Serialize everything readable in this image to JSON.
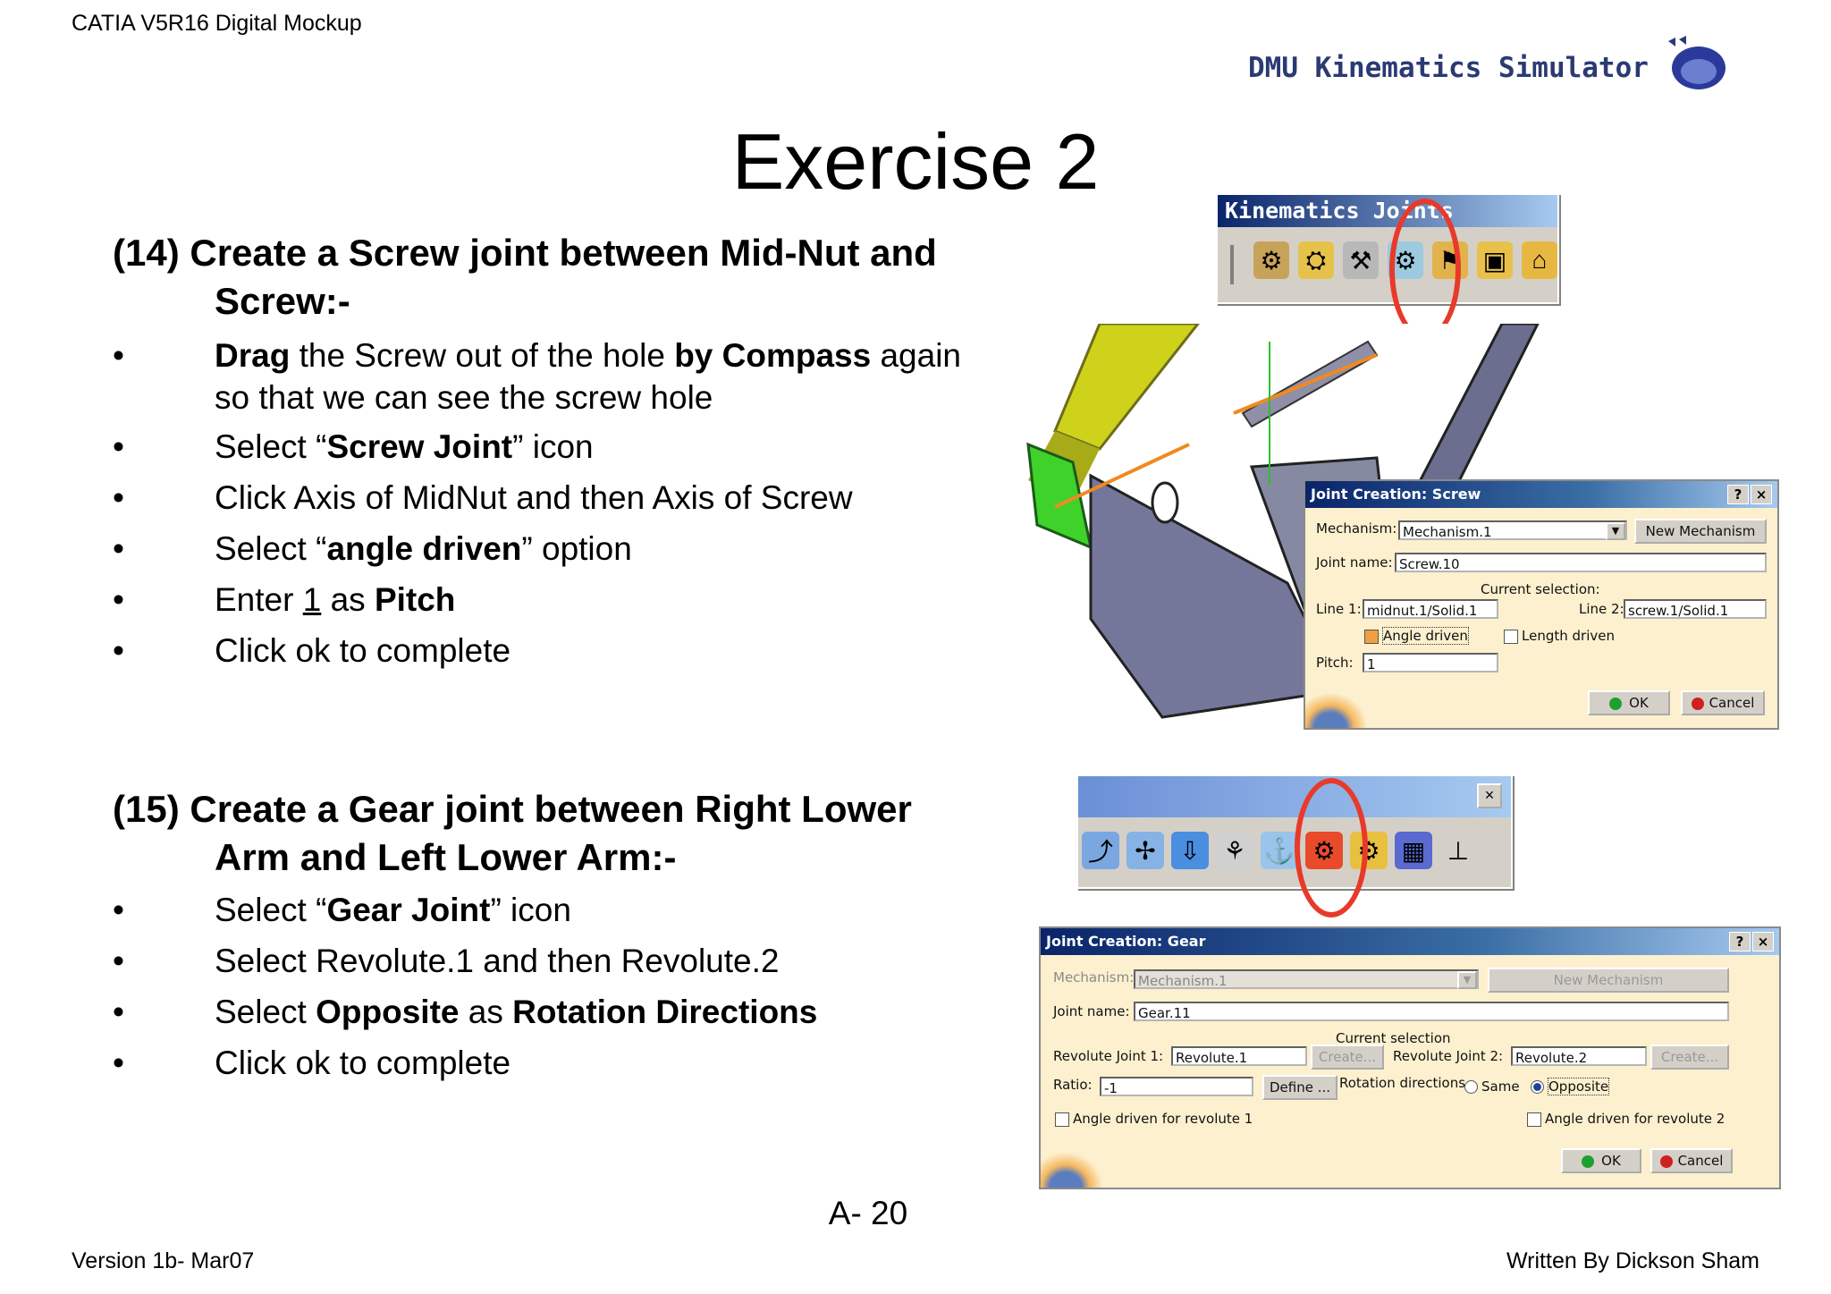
{
  "header": {
    "left_text": "CATIA V5R16 Digital Mockup",
    "logo_text": "DMU Kinematics Simulator"
  },
  "title": "Exercise 2",
  "section14": {
    "heading_line1": "(14) Create a Screw joint between Mid-Nut and",
    "heading_line2": "Screw:-",
    "bullets": [
      {
        "pre": "",
        "b1": "Drag",
        "mid": " the Screw out of the hole ",
        "b2": "by Compass",
        "post": " again"
      },
      {
        "line2": "so that we can see the screw hole"
      },
      {
        "pre": "Select “",
        "b1": "Screw Joint",
        "post": "” icon"
      },
      {
        "text": "Click Axis of MidNut and then Axis of Screw"
      },
      {
        "pre": "Select “",
        "b1": "angle driven",
        "post": "” option"
      },
      {
        "pre": "Enter ",
        "u": "1",
        "mid": " as ",
        "b1": "Pitch"
      },
      {
        "text": "Click ok to complete"
      }
    ]
  },
  "section15": {
    "heading_line1": "(15) Create a Gear joint between Right Lower",
    "heading_line2": "Arm and Left Lower Arm:-",
    "bullets": [
      {
        "pre": "Select “",
        "b1": "Gear Joint",
        "post": "” icon"
      },
      {
        "text": "Select Revolute.1 and then Revolute.2"
      },
      {
        "pre": "Select ",
        "b1": "Opposite",
        "mid": " as ",
        "b2": "Rotation Directions"
      },
      {
        "text": "Click ok to complete"
      }
    ]
  },
  "toolbar1": {
    "title": "Kinematics Joints"
  },
  "toolbar2": {
    "close": "×"
  },
  "screw_dialog": {
    "title": "Joint Creation: Screw",
    "mechanism_label": "Mechanism:",
    "mechanism_value": "Mechanism.1",
    "new_mechanism": "New Mechanism",
    "joint_name_label": "Joint name:",
    "joint_name_value": "Screw.10",
    "current_selection": "Current selection:",
    "line1_label": "Line 1:",
    "line1_value": "midnut.1/Solid.1",
    "line2_label": "Line 2:",
    "line2_value": "screw.1/Solid.1",
    "angle_driven": "Angle driven",
    "length_driven": "Length driven",
    "pitch_label": "Pitch:",
    "pitch_value": "1",
    "ok": "OK",
    "cancel": "Cancel"
  },
  "gear_dialog": {
    "title": "Joint Creation: Gear",
    "mechanism_label": "Mechanism:",
    "mechanism_value": "Mechanism.1",
    "new_mechanism": "New Mechanism",
    "joint_name_label": "Joint name:",
    "joint_name_value": "Gear.11",
    "current_selection": "Current selection",
    "rev1_label": "Revolute Joint 1:",
    "rev1_value": "Revolute.1",
    "rev2_label": "Revolute Joint 2:",
    "rev2_value": "Revolute.2",
    "create": "Create...",
    "ratio_label": "Ratio:",
    "ratio_value": "-1",
    "define": "Define ...",
    "rotation_label": "Rotation directions",
    "same": "Same",
    "opposite": "Opposite",
    "angle1": "Angle driven for revolute 1",
    "angle2": "Angle driven for revolute 2",
    "ok": "OK",
    "cancel": "Cancel"
  },
  "page_number": "A- 20",
  "footer": {
    "left": "Version 1b- Mar07",
    "right": "Written By Dickson Sham"
  },
  "colors": {
    "highlight_ring": "#e83a2a",
    "dialog_bg": "#fdf0cf",
    "titlebar": "#0a246a"
  }
}
